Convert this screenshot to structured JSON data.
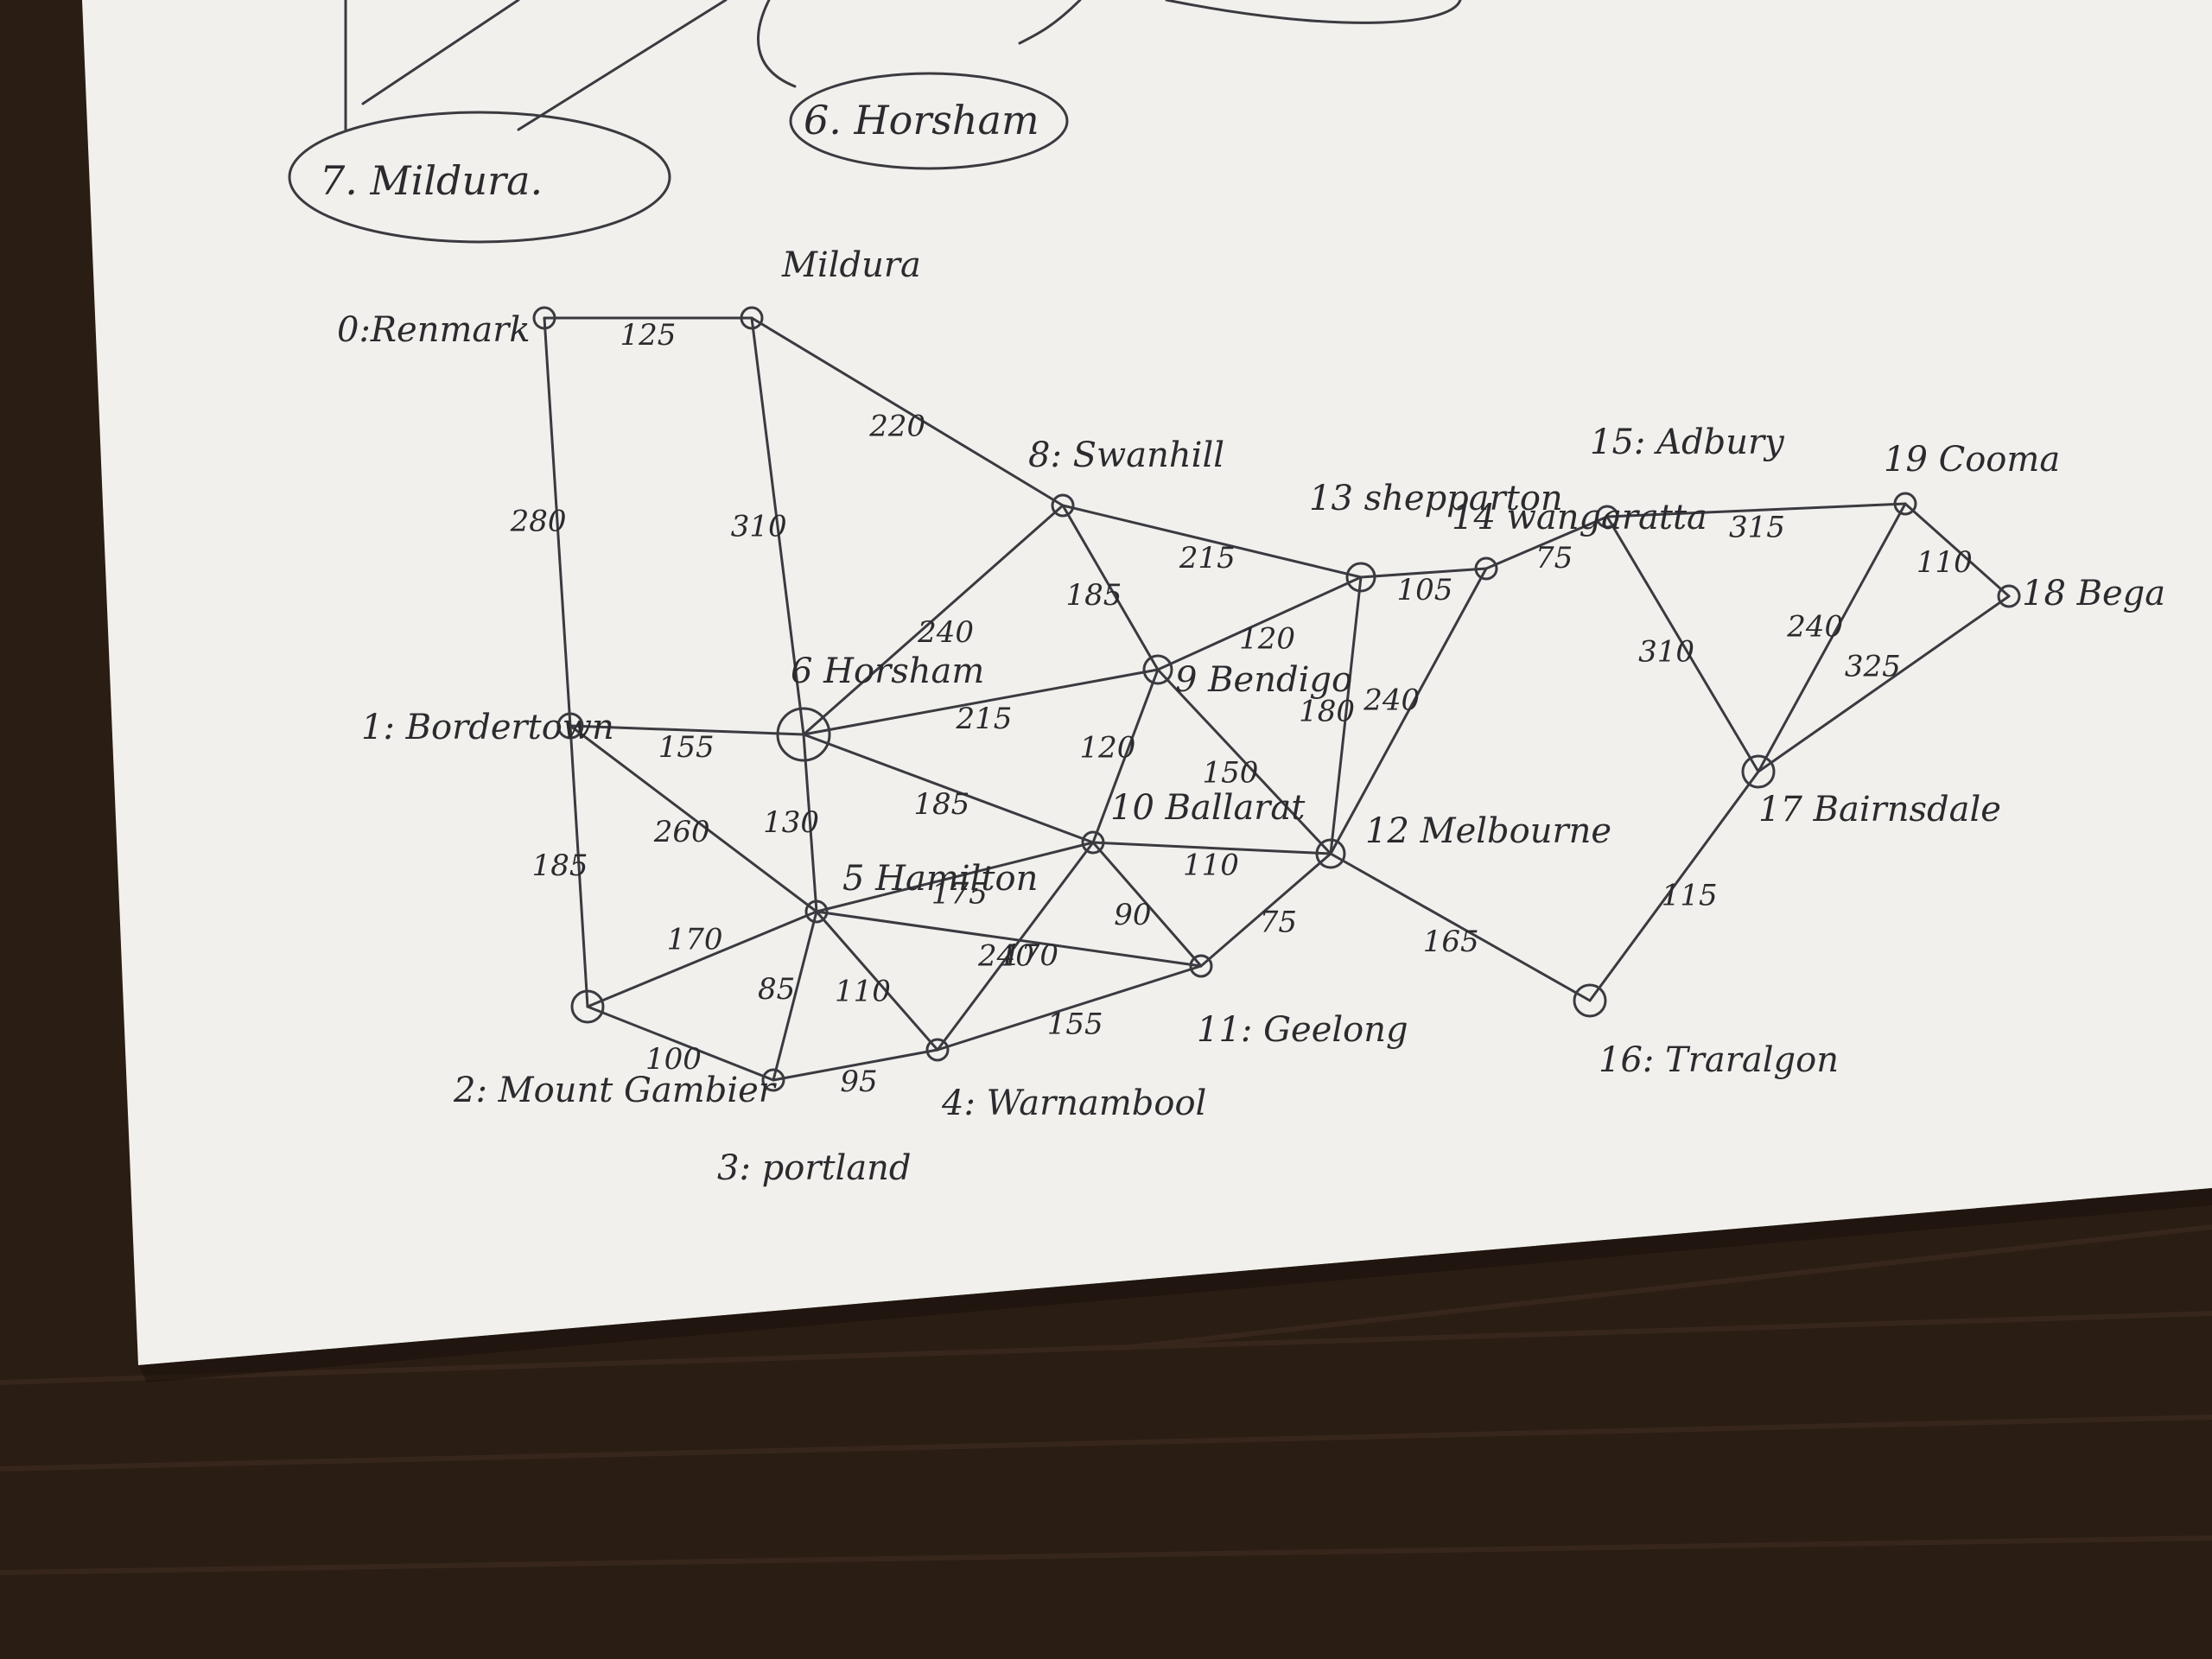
{
  "colors": {
    "paper": "#f1f0ec",
    "ink": "#2b2b2f",
    "desk": "#2a1d14"
  },
  "top_fragment": {
    "labels": [
      {
        "id": "top-mildura",
        "text": "7. Mildura."
      },
      {
        "id": "top-horsham",
        "text": "6. Horsham"
      }
    ]
  },
  "graph": {
    "nodes": [
      {
        "id": 0,
        "label": "0:Renmark"
      },
      {
        "id": 7,
        "label": "Mildura"
      },
      {
        "id": 8,
        "label": "8: Swanhill"
      },
      {
        "id": 1,
        "label": "1: Bordertown"
      },
      {
        "id": 6,
        "label": "6  Horsham"
      },
      {
        "id": 9,
        "label": "9  Bendigo"
      },
      {
        "id": 10,
        "label": "10 Ballarat"
      },
      {
        "id": 5,
        "label": "5 Hamilton"
      },
      {
        "id": 2,
        "label": "2: Mount Gambier"
      },
      {
        "id": 3,
        "label": "3: portland"
      },
      {
        "id": 4,
        "label": "4: Warnambool"
      },
      {
        "id": 11,
        "label": "11: Geelong"
      },
      {
        "id": 12,
        "label": "12 Melbourne"
      },
      {
        "id": 13,
        "label": "13 shepparton"
      },
      {
        "id": 14,
        "label": "14 wangaratta"
      },
      {
        "id": 15,
        "label": "15: Adbury"
      },
      {
        "id": 16,
        "label": "16: Traralgon"
      },
      {
        "id": 17,
        "label": "17 Bairnsdale"
      },
      {
        "id": 18,
        "label": "18 Bega"
      },
      {
        "id": 19,
        "label": "19 Cooma"
      }
    ],
    "edges": [
      {
        "from": 0,
        "to": 7,
        "weight": "125"
      },
      {
        "from": 0,
        "to": 1,
        "weight": "280"
      },
      {
        "from": 7,
        "to": 6,
        "weight": "310"
      },
      {
        "from": 7,
        "to": 8,
        "weight": "220"
      },
      {
        "from": 1,
        "to": 6,
        "weight": "155"
      },
      {
        "from": 1,
        "to": 2,
        "weight": "185"
      },
      {
        "from": 1,
        "to": 5,
        "weight": "260"
      },
      {
        "from": 6,
        "to": 8,
        "weight": "240"
      },
      {
        "from": 6,
        "to": 9,
        "weight": "215"
      },
      {
        "from": 6,
        "to": 5,
        "weight": "130"
      },
      {
        "from": 6,
        "to": 10,
        "weight": "185"
      },
      {
        "from": 8,
        "to": 13,
        "weight": "215"
      },
      {
        "from": 8,
        "to": 9,
        "weight": "185"
      },
      {
        "from": 9,
        "to": 13,
        "weight": "120"
      },
      {
        "from": 9,
        "to": 10,
        "weight": "120"
      },
      {
        "from": 9,
        "to": 12,
        "weight": "150"
      },
      {
        "from": 5,
        "to": 10,
        "weight": "175"
      },
      {
        "from": 5,
        "to": 2,
        "weight": "170"
      },
      {
        "from": 5,
        "to": 3,
        "weight": "85"
      },
      {
        "from": 5,
        "to": 4,
        "weight": "110"
      },
      {
        "from": 5,
        "to": 11,
        "weight": "240"
      },
      {
        "from": 2,
        "to": 3,
        "weight": "100"
      },
      {
        "from": 3,
        "to": 4,
        "weight": "95"
      },
      {
        "from": 4,
        "to": 10,
        "weight": "170"
      },
      {
        "from": 4,
        "to": 11,
        "weight": "155"
      },
      {
        "from": 10,
        "to": 12,
        "weight": "110"
      },
      {
        "from": 10,
        "to": 11,
        "weight": "90"
      },
      {
        "from": 11,
        "to": 12,
        "weight": "75"
      },
      {
        "from": 13,
        "to": 12,
        "weight": "180"
      },
      {
        "from": 13,
        "to": 14,
        "weight": "105"
      },
      {
        "from": 14,
        "to": 12,
        "weight": "240"
      },
      {
        "from": 14,
        "to": 15,
        "weight": "75"
      },
      {
        "from": 15,
        "to": 19,
        "weight": "315"
      },
      {
        "from": 15,
        "to": 17,
        "weight": "310"
      },
      {
        "from": 19,
        "to": 18,
        "weight": "110"
      },
      {
        "from": 19,
        "to": 17,
        "weight": "240"
      },
      {
        "from": 18,
        "to": 17,
        "weight": "325"
      },
      {
        "from": 12,
        "to": 16,
        "weight": "165"
      },
      {
        "from": 16,
        "to": 17,
        "weight": "115"
      }
    ]
  }
}
